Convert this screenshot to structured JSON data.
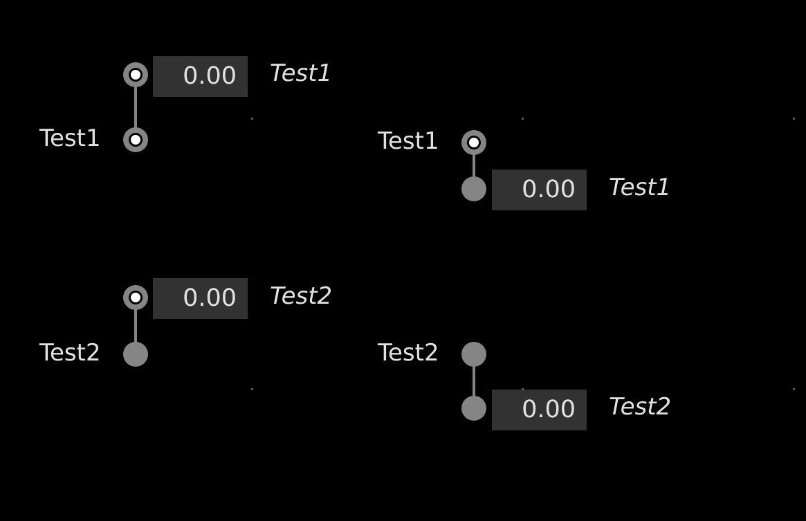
{
  "nodes": [
    {
      "id": "top-left",
      "plain_label": "Test1",
      "value": "0.00",
      "italic_label": "Test1"
    },
    {
      "id": "top-right",
      "plain_label": "Test1",
      "value": "0.00",
      "italic_label": "Test1"
    },
    {
      "id": "bottom-left",
      "plain_label": "Test2",
      "value": "0.00",
      "italic_label": "Test2"
    },
    {
      "id": "bottom-right",
      "plain_label": "Test2",
      "value": "0.00",
      "italic_label": "Test2"
    }
  ],
  "colors": {
    "background": "#000000",
    "port": "#858585",
    "value_box": "#323232",
    "text": "#e2e2e2"
  }
}
